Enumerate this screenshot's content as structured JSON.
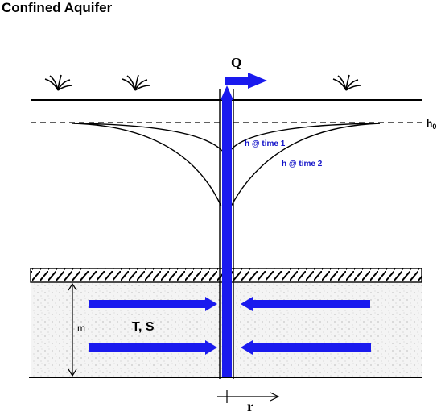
{
  "title": "Confined Aquifer",
  "labels": {
    "discharge": "Q",
    "initial_head": "h",
    "initial_head_sub": "0",
    "head_time1": "h @ time 1",
    "head_time2": "h @ time 2",
    "aquifer_props": "T, S",
    "thickness": "m",
    "radius": "r"
  },
  "colors": {
    "well": "#1a1aee",
    "label_blue": "#1010c8",
    "ink": "#000000",
    "aquifer_fill": "#efefef"
  },
  "icons": [
    "plant-icon",
    "plant-icon",
    "plant-icon"
  ]
}
